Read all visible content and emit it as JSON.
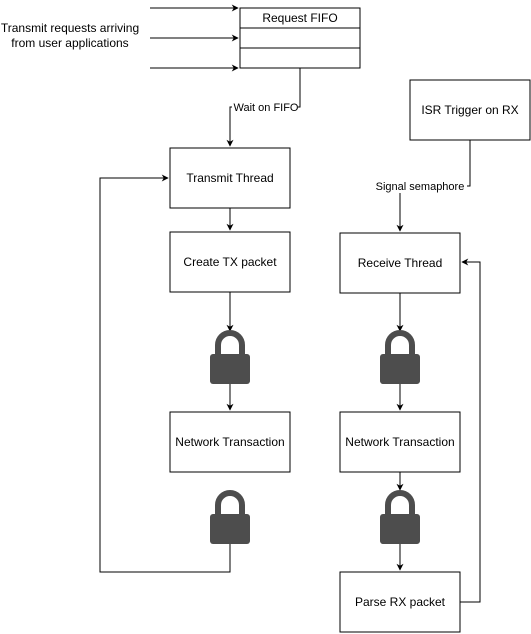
{
  "diagram": {
    "fifo": {
      "title": "Request FIFO",
      "slots": [
        "",
        ""
      ]
    },
    "input_note": {
      "line1": "Transmit requests arriving",
      "line2": "from user applications"
    },
    "wait_label": "Wait on FIFO",
    "signal_label": "Signal semaphore",
    "isr_trigger": "ISR Trigger on RX",
    "tx_column": {
      "transmit_thread": "Transmit Thread",
      "create_packet": "Create TX packet",
      "network_transaction": "Network Transaction"
    },
    "rx_column": {
      "receive_thread": "Receive Thread",
      "network_transaction": "Network Transaction",
      "parse_packet": "Parse RX packet"
    },
    "lock_icon": "padlock-icon",
    "colors": {
      "lock": "#4d4d4d",
      "stroke": "#000000",
      "fill": "#ffffff"
    }
  }
}
